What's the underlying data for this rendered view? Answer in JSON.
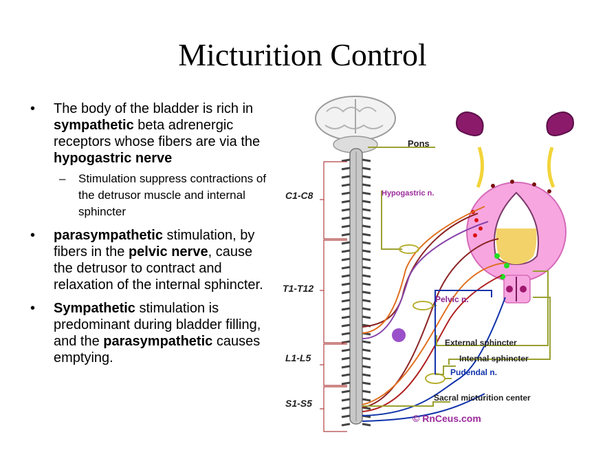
{
  "title": "Micturition Control",
  "bullets": [
    {
      "p1": "The body of the bladder is rich in ",
      "b1": "sympathetic",
      "p2": " beta adrenergic receptors whose fibers are via the ",
      "b2": "hypogastric nerve",
      "sub": "Stimulation suppress contractions of the detrusor muscle and internal sphincter"
    },
    {
      "b1": "parasympathetic",
      "p1": " stimulation, by fibers in the ",
      "b2": "pelvic nerve",
      "p2": ", cause the detrusor to contract and relaxation of the internal sphincter."
    },
    {
      "b1": "Sympathetic",
      "p1": " stimulation is predominant during bladder filling, and the ",
      "b2": "parasympathetic",
      "p2": " causes emptying."
    }
  ],
  "diagram": {
    "labels": {
      "pons": "Pons",
      "hypogastric": "Hypogastric n.",
      "pelvic": "Pelvic n.",
      "external_sphincter": "External sphincter",
      "internal_sphincter": "Internal sphincter",
      "pudendal": "Pudendal n.",
      "sacral_center": "Sacral micturition center",
      "copyright": "© RnCeus.com"
    },
    "segments": {
      "cervical": "C1-C8",
      "thoracic": "T1-T12",
      "lumbar": "L1-L5",
      "sacral": "S1-S5"
    }
  }
}
